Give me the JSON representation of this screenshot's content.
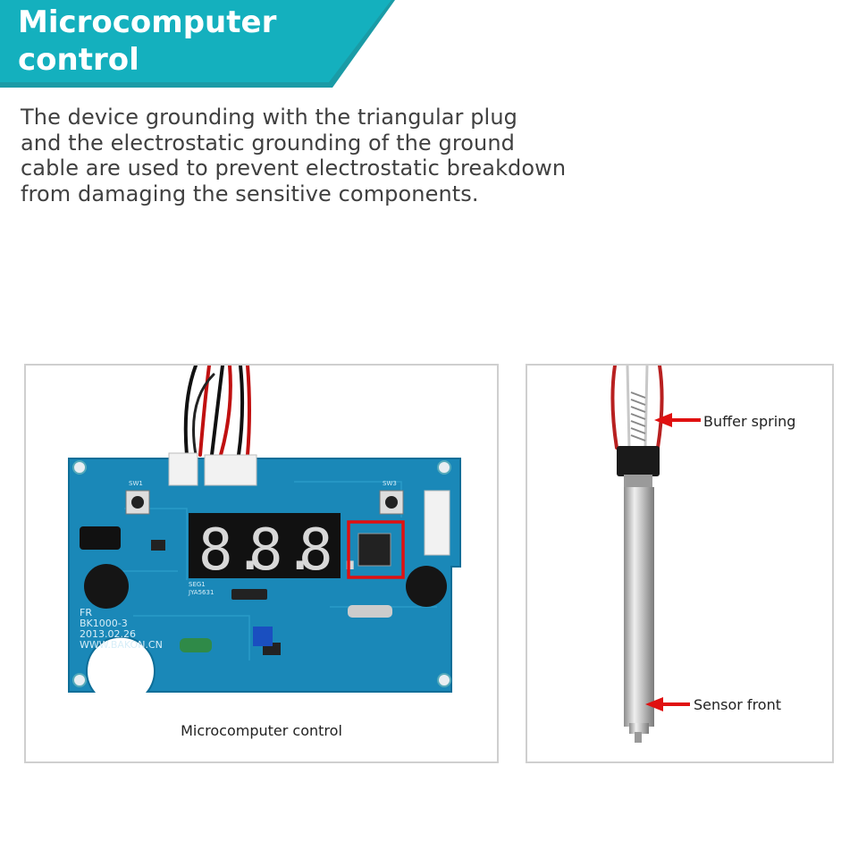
{
  "header": {
    "title_line1": "Microcomputer",
    "title_line2": "control",
    "background_color": "#0ea5b3"
  },
  "description": {
    "line1": "The device grounding with the triangular plug",
    "line2": "and the electrostatic grounding of the ground",
    "line3": "cable are used to prevent electrostatic breakdown",
    "line4": "from damaging the sensitive components."
  },
  "left_panel": {
    "caption": "Microcomputer control",
    "pcb": {
      "display_digits": [
        "8.",
        "8.",
        "8."
      ],
      "model_text_1": "FR",
      "model_text_2": "BK1000-3",
      "model_text_3": "2013.02.26",
      "model_text_4": "WWW.BAKON.CN",
      "label_sw1": "SW1",
      "label_sw3": "SW3",
      "label_seg": "SEG1",
      "label_jya": "JYA5631",
      "highlight_color": "#e01010"
    }
  },
  "right_panel": {
    "label_buffer_spring": "Buffer spring",
    "label_sensor_front": "Sensor front",
    "arrow_color": "#e01010"
  }
}
